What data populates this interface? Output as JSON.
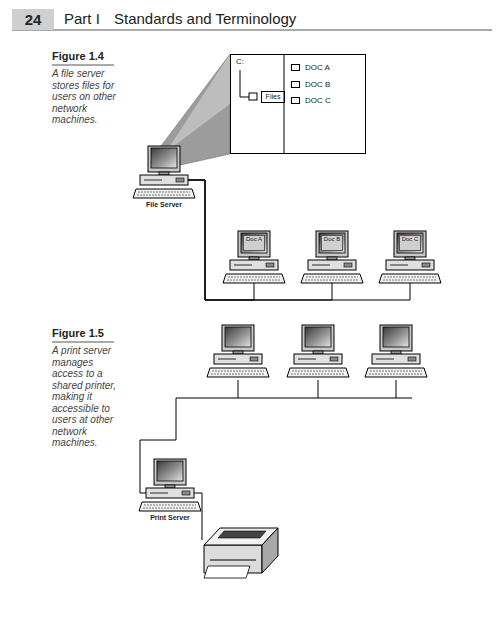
{
  "diagram": {
    "nodes": [
      {
        "text": [
          "C:"
        ]
      },
      {
        "text": [
          "Files"
        ],
        "in": 0
      },
      {
        "text": [
          "DOC A"
        ],
        "in": 0
      },
      {
        "text": [
          "DOC B"
        ],
        "in": 0
      },
      {
        "text": [
          "DOC C"
        ],
        "in": 0
      },
      {
        "text": [
          "File Server"
        ]
      },
      {
        "text": [
          "Doc A"
        ]
      },
      {
        "text": [
          "Doc B"
        ]
      },
      {
        "text": [
          "Doc C"
        ]
      },
      {
        "text": [
          "Print Server"
        ]
      }
    ],
    "edges": [
      {
        "from": 5,
        "to": 6,
        "arrow": "none"
      },
      {
        "from": 5,
        "to": 7,
        "arrow": "none"
      },
      {
        "from": 5,
        "to": 8,
        "arrow": "none"
      }
    ],
    "labels": [
      "24",
      "Part I",
      "Standards and Terminology",
      "Figure 1.4",
      "A file server stores files for users on other network machines.",
      "Figure 1.5",
      "A print server manages access to a shared printer, making it accessible to users at other network machines."
    ]
  }
}
